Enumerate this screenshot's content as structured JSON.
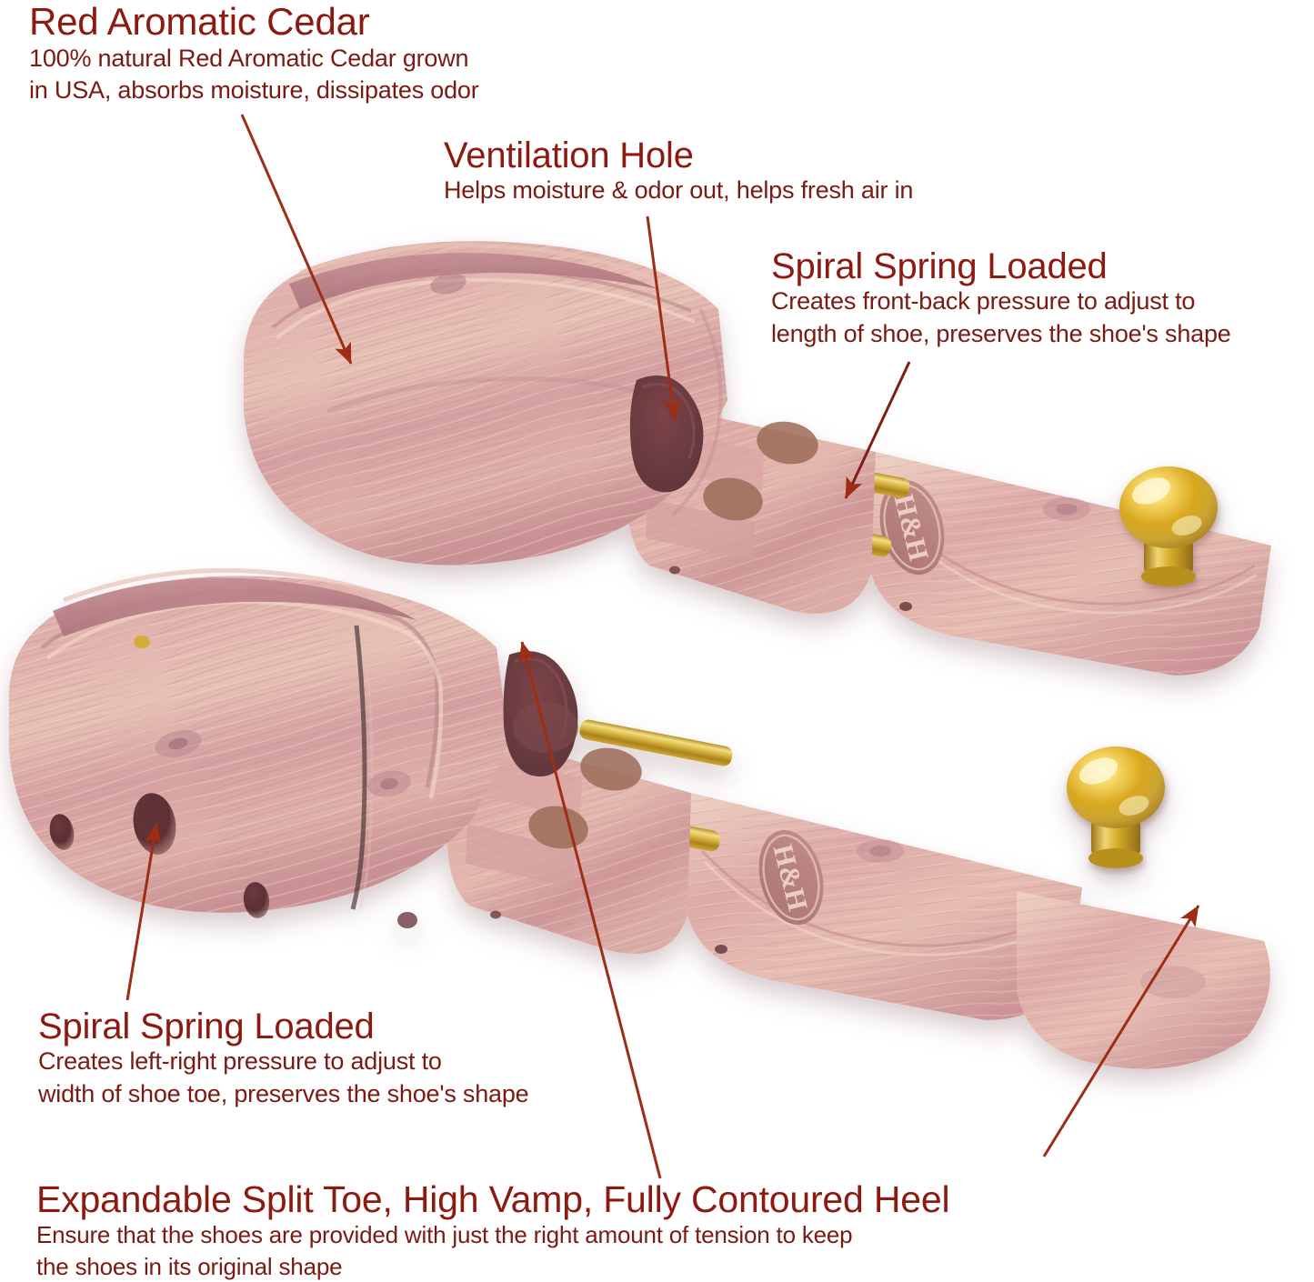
{
  "page": {
    "kind": "product-feature-infographic",
    "background_color": "#ffffff",
    "accent_text_color": "#8d1a10",
    "body_text_color": "#7a1a12",
    "cedar_color": "#dba7a5",
    "cedar_highlight_color": "#eccbbd",
    "cedar_shadow_color": "#b07e85",
    "brass_color": "#c9a227",
    "gold_knob_color": "#e8c547",
    "arrow_color": "#a8331b"
  },
  "callouts": [
    {
      "id": "red-aromatic-cedar",
      "title": "Red Aromatic Cedar",
      "lines": [
        "100% natural Red Aromatic Cedar grown",
        "in USA, absorbs moisture, dissipates odor"
      ]
    },
    {
      "id": "ventilation-hole",
      "title": "Ventilation Hole",
      "lines": [
        "Helps moisture & odor out, helps fresh air in"
      ]
    },
    {
      "id": "spiral-spring-loaded-front-back",
      "title": "Spiral Spring Loaded",
      "lines": [
        "Creates front-back pressure to adjust to",
        "length of shoe, preserves the shoe's shape"
      ]
    },
    {
      "id": "spiral-spring-loaded-left-right",
      "title": "Spiral Spring Loaded",
      "lines": [
        "Creates left-right pressure to adjust to",
        "width of shoe toe, preserves the shoe's shape"
      ]
    },
    {
      "id": "expandable-split-toe",
      "title": "Expandable Split Toe, High Vamp, Fully Contoured Heel",
      "lines": [
        "Ensure that the shoes are provided with just the right amount of tension to keep",
        "the shoes in its original shape"
      ]
    }
  ],
  "product": {
    "name": "cedar-shoe-tree-pair",
    "brand_mark": "H&H",
    "units": [
      {
        "id": "upper-shoe-tree",
        "knob": "gold-knob",
        "logo": "H&H"
      },
      {
        "id": "lower-shoe-tree",
        "knob": "gold-knob",
        "logo": "H&H"
      }
    ]
  }
}
